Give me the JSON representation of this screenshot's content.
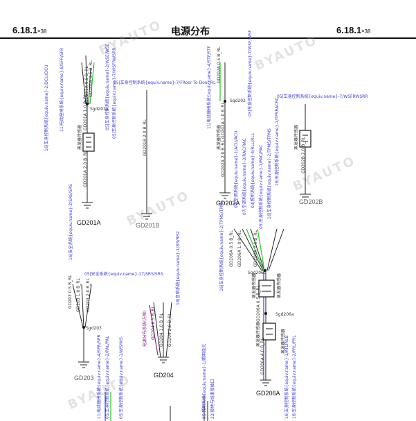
{
  "header": {
    "left_section": "6.18.1-",
    "left_page": "38",
    "title": "电源分布",
    "right_section": "6.18.1-",
    "right_page": "38"
  },
  "grounds": [
    "GD201A",
    "GD201B",
    "GD202A",
    "GD202B",
    "GD203",
    "GD204",
    "GD206A"
  ],
  "splices": {
    "s201a": "Sgd201a",
    "s202": "Sgd202",
    "s203": "Sgd203",
    "s206c": "Sgd206c",
    "s206a": "Sgd206a"
  },
  "labels": {
    "l1": "05|车身控制系统{equiv.name}-7/FRoor To Door RL",
    "l2": "05|车身控制系统{equiv.name}-7/WSFRWSRR",
    "l3": "05|安全系统{equiv.name}-17/SRS/SRS",
    "l4": "16|车身控制系统{equiv.name}-2/DCU/DCU",
    "l5": "11|电动座椅系统{equiv.name}-8/SFR/SFR",
    "l6": "05|车身控制系统{equiv.name}-2/WSE/WSE",
    "l7": "05|车身控制系统{equiv.name}-7/WSFRWSRR",
    "l8": "16|安全系统{equiv.name}-2/SRS/SRS",
    "l9": "11|电动座椅系统{equiv.name}-4/STF/STF",
    "l10": "05|车身控制系统{equiv.name}-7/WSF/WSF",
    "l11": "18|音响系统{equiv.name}-1/RR/RR2",
    "l12": "电源分布系统(方框)",
    "l13": "16|车身控制系统{equiv.name}-2/TPMS/TPMS",
    "l14": "07|空调系统{equiv.name}-1/ACU/ACU",
    "l15": "07|空调系统{equiv.name}-3/RAC/RAC",
    "l16": "03|照明系统{equiv.name}-4/RLL/RLL",
    "l17": "05|车身控制系统{equiv.name}-1/PAC/PAC",
    "l18": "16|车身控制系统{equiv.name}-2/TPMS/TPMS",
    "l19": "16|车身控制系统{equiv.name}-1/TPSRACRC",
    "l20": "16|车身控制系统{equiv.name}-1/ATLINLB",
    "l21": "16|车身控制系统{equiv.name}-2/PRL/PRL",
    "l22": "05|车身控制系统{equiv.name}-2/PAL/PAL",
    "l23": "05|车身控制系统{equiv.name}-1/WS/WS",
    "l24": "11|电动座椅系统{equiv.name}-4/SPR/SPR",
    "l25": "05|照明系统{equiv.name}-1/照明单元",
    "l26": "22|接地与线束接插口"
  },
  "wires": {
    "w1": "GD201A 0.5 B_RL",
    "w2": "GD201A 0.5 B_RL",
    "w3": "GD201A 1.0 B_RL",
    "w4": "GD201A 2.0 B_RL",
    "w5": "GD201B 2.0 B_RL",
    "w6": "GD202A 0.5 B_RL",
    "w7": "GD202A 1.0 B_RL",
    "w8": "GD202A 2.0 B_RL",
    "w9": "GD202B 2.0 B_RL",
    "w10": "GD203 0.5 B_RL",
    "w11": "GD203 1.0 B_RL",
    "w12": "GD203 2.0 B_RL",
    "w13": "GD204 0.5 B_RL",
    "w14": "GD204 1.0 B_RL",
    "w15": "GD204 2.0 B_RL",
    "w16": "GD206A 0.5 B_RL",
    "w17": "GD206A 1.0 B_RL",
    "w18": "GD206A 2.0 B_RL",
    "w19": "GD206A 0.5 B_RL",
    "w20": "GD206A 4.0 B_RL"
  },
  "connector_tags": {
    "c1": "蒸发器传感器",
    "c2": "蒸发器传感器",
    "c3": "蒸发器传感器",
    "c4": "蒸发器传感器",
    "c5": "蒸发器传感器",
    "c6": "蒸发器传感器",
    "c7": "蒸发器传感器"
  },
  "watermark": "BYAUTO",
  "colors": {
    "wire_black": "#222222",
    "wire_green": "#33cc33",
    "wire_blue": "#3b3bd6",
    "wire_purple": "#8a1e8a",
    "rule": "#111111"
  }
}
